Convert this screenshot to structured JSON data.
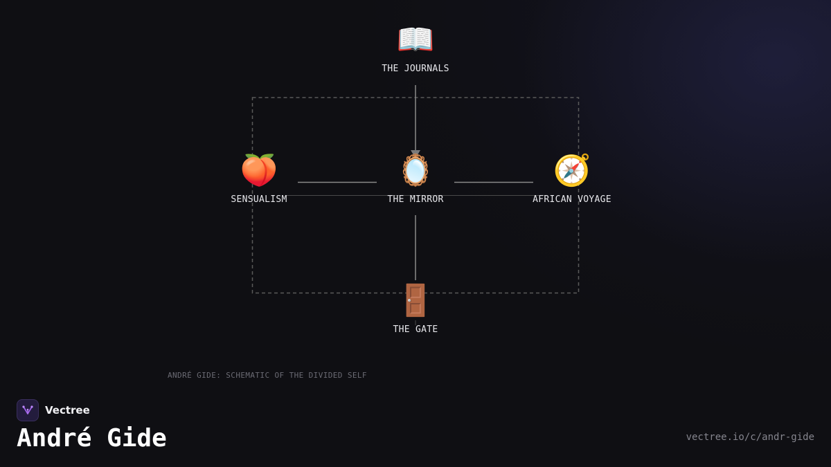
{
  "diagram": {
    "nodes": [
      {
        "id": "journals",
        "icon": "open-book-icon",
        "emoji": "📖",
        "label": "THE JOURNALS"
      },
      {
        "id": "sensualism",
        "icon": "peach-icon",
        "emoji": "🍑",
        "label": "SENSUALISM"
      },
      {
        "id": "mirror",
        "icon": "mirror-icon",
        "emoji": "🪞",
        "label": "THE MIRROR"
      },
      {
        "id": "voyage",
        "icon": "compass-icon",
        "emoji": "🧭",
        "label": "AFRICAN VOYAGE"
      },
      {
        "id": "gate",
        "icon": "door-icon",
        "emoji": "🚪",
        "label": "THE GATE"
      }
    ],
    "caption": "ANDRÉ GIDE: SCHEMATIC OF THE DIVIDED SELF"
  },
  "brand": {
    "name": "Vectree",
    "logo_icon": "vectree-logo-icon",
    "accent": "#9b5de5"
  },
  "footer": {
    "title": "André Gide",
    "url": "vectree.io/c/andr-gide"
  },
  "colors": {
    "background": "#0f0f13",
    "line": "#8a8a8a",
    "dashed_frame": "#5a5a5a"
  }
}
